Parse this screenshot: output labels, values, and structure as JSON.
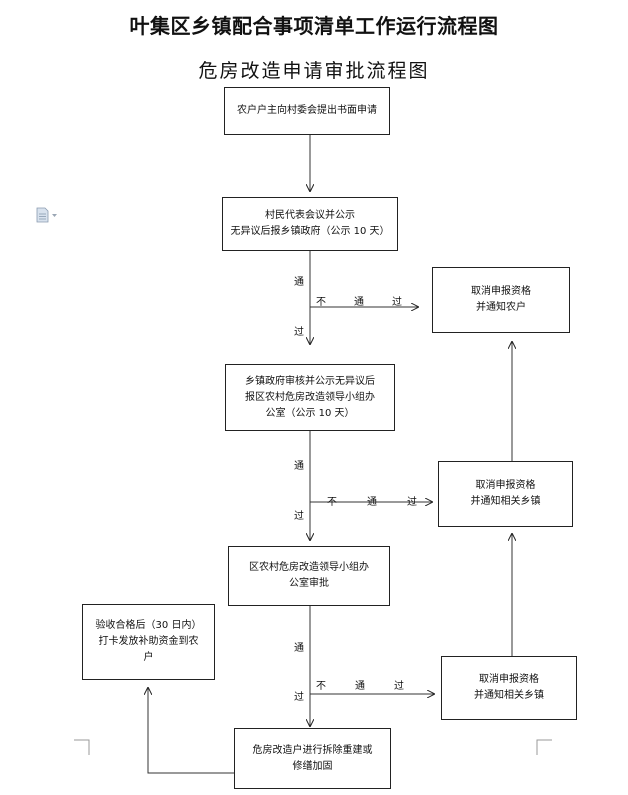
{
  "title": "叶集区乡镇配合事项清单工作运行流程图",
  "subtitle": "危房改造申请审批流程图",
  "boxes": {
    "step1": [
      "农户户主向村委会提出书面申请"
    ],
    "step2": [
      "村民代表会议并公示",
      "无异议后报乡镇政府（公示 10 天）"
    ],
    "step3": [
      "乡镇政府审核并公示无异议后",
      "报区农村危房改造领导小组办",
      "公室（公示 10 天）"
    ],
    "step4": [
      "区农村危房改造领导小组办",
      "公室审批"
    ],
    "step5": [
      "危房改造户进行拆除重建或",
      "修缮加固"
    ],
    "step6": [
      "验收合格后（30 日内）",
      "打卡发放补助资金到农",
      "户"
    ],
    "cancel1": [
      "取消申报资格",
      "并通知农户"
    ],
    "cancel2": [
      "取消申报资格",
      "并通知相关乡镇"
    ],
    "cancel3": [
      "取消申报资格",
      "并通知相关乡镇"
    ]
  },
  "labels": {
    "pass_top": "通",
    "pass_bottom": "过",
    "fail": [
      "不",
      "通",
      "过"
    ]
  },
  "icons": {
    "doc": "document-icon"
  }
}
